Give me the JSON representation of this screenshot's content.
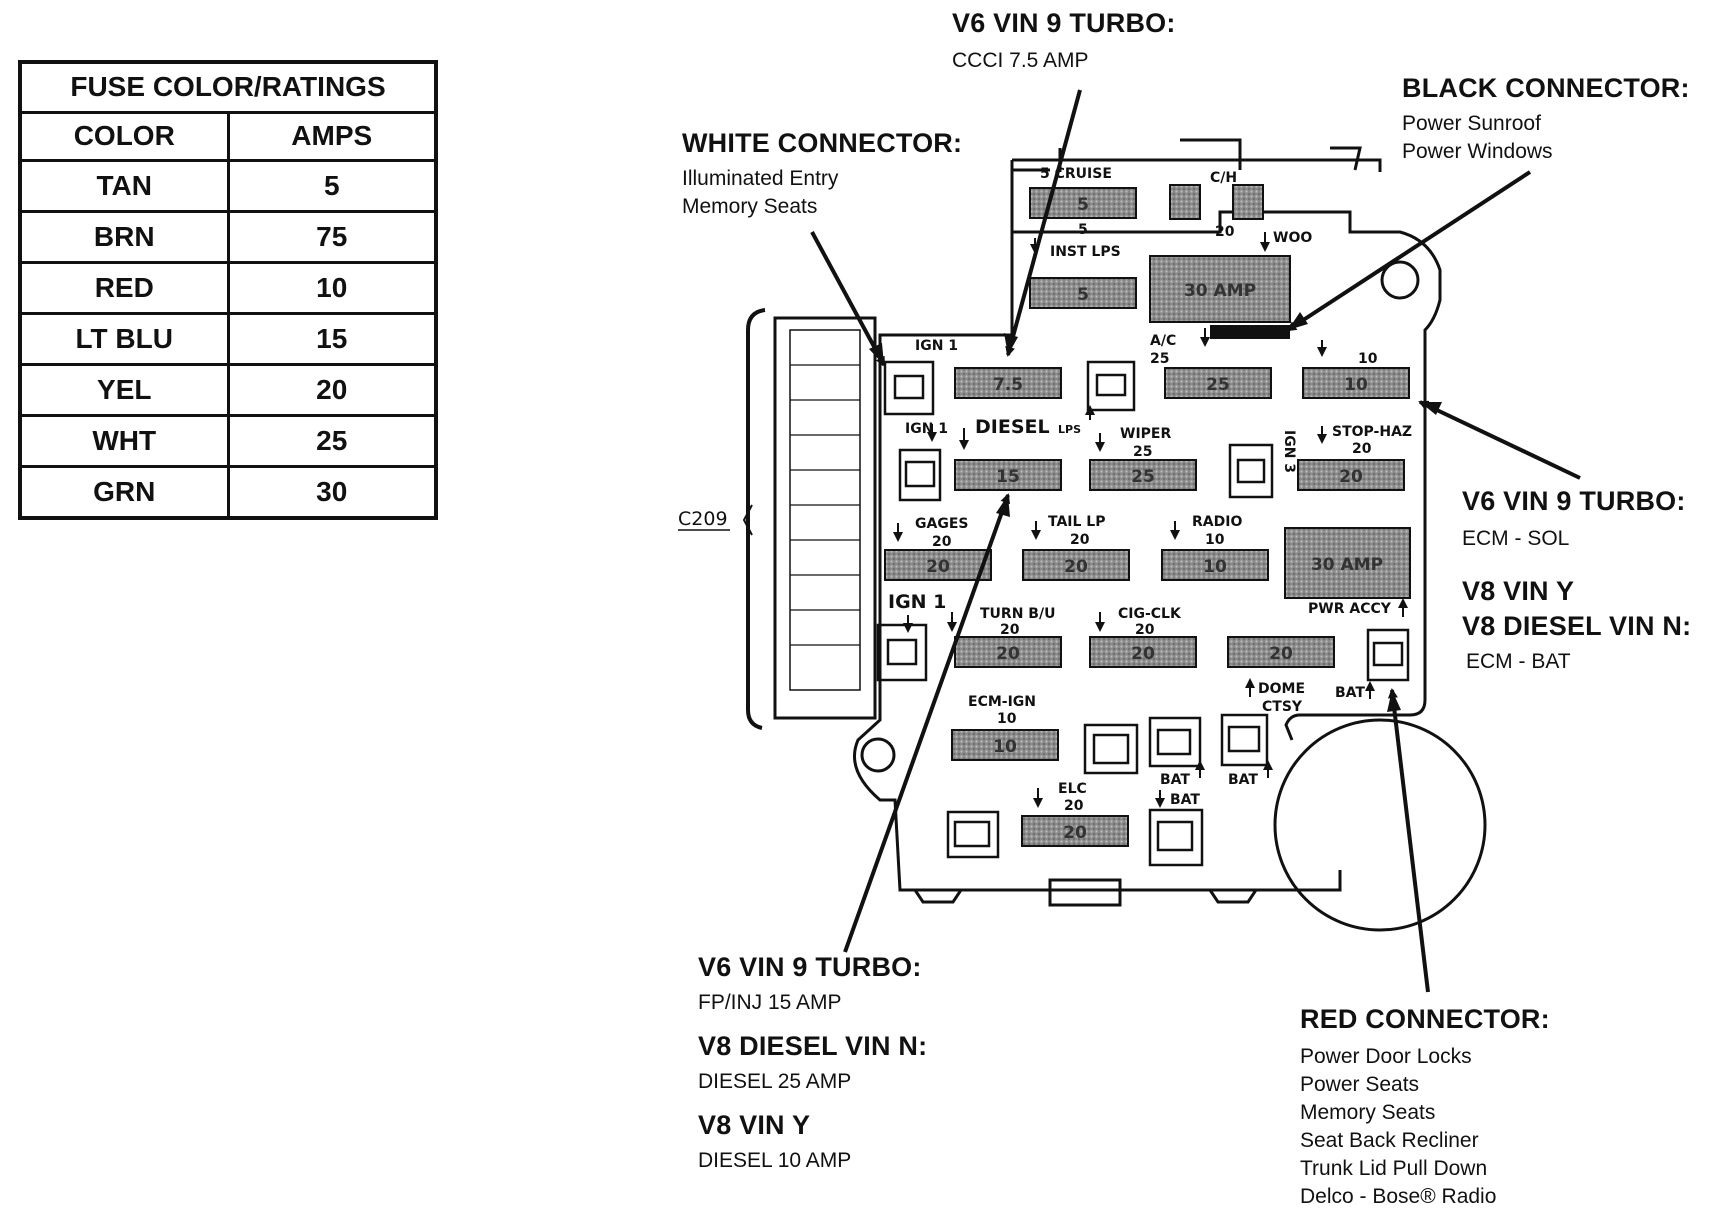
{
  "table": {
    "title": "FUSE COLOR/RATINGS",
    "headers": [
      "COLOR",
      "AMPS"
    ],
    "rows": [
      {
        "color": "TAN",
        "amps": "5"
      },
      {
        "color": "BRN",
        "amps": "75"
      },
      {
        "color": "RED",
        "amps": "10"
      },
      {
        "color": "LT BLU",
        "amps": "15"
      },
      {
        "color": "YEL",
        "amps": "20"
      },
      {
        "color": "WHT",
        "amps": "25"
      },
      {
        "color": "GRN",
        "amps": "30"
      }
    ]
  },
  "callouts": {
    "top": {
      "title": "V6 VIN 9 TURBO:",
      "lines": [
        "CCCI 7.5 AMP"
      ]
    },
    "black": {
      "title": "BLACK CONNECTOR:",
      "lines": [
        "Power Sunroof",
        "Power Windows"
      ]
    },
    "white": {
      "title": "WHITE CONNECTOR:",
      "lines": [
        "Illuminated Entry",
        "Memory Seats"
      ]
    },
    "right1": {
      "title": "V6 VIN 9 TURBO:",
      "lines": [
        "ECM - SOL"
      ]
    },
    "right2": {
      "title1": "V8 VIN Y",
      "title2": "V8 DIESEL VIN N:",
      "lines": [
        "ECM - BAT"
      ]
    },
    "bottom": {
      "blocks": [
        {
          "title": "V6 VIN 9 TURBO:",
          "line": "FP/INJ 15 AMP"
        },
        {
          "title": "V8 DIESEL VIN N:",
          "line": "DIESEL 25 AMP"
        },
        {
          "title": "V8 VIN Y",
          "line": "DIESEL 10 AMP"
        }
      ]
    },
    "red": {
      "title": "RED CONNECTOR:",
      "lines": [
        "Power Door Locks",
        "Power Seats",
        "Memory Seats",
        "Seat Back Recliner",
        "Trunk Lid Pull Down",
        "Delco - Bose® Radio"
      ]
    }
  },
  "diagram": {
    "c209": "C209",
    "labels": {
      "cruise": "5 CRUISE",
      "ch": "C/H",
      "ch_val": "20",
      "woo": "WOO",
      "inst_val": "5",
      "inst": "INST LPS",
      "ign1_a": "IGN 1",
      "ac": "A/C",
      "ac_val": "25",
      "ten": "10",
      "ign1_b": "IGN 1",
      "diesel": "DIESEL",
      "lps": "LPS",
      "wiper": "WIPER",
      "wiper_val": "25",
      "ign3": "IGN 3",
      "stophaz": "STOP-HAZ",
      "stophaz_val": "20",
      "gages": "GAGES",
      "gages_val": "20",
      "taillp": "TAIL LP",
      "taillp_val": "20",
      "radio": "RADIO",
      "radio_val": "10",
      "ign1_c": "IGN 1",
      "turn": "TURN B/U",
      "turn_val": "20",
      "cigclk": "CIG-CLK",
      "cigclk_val": "20",
      "pwraccy": "PWR ACCY",
      "dome": "DOME",
      "ctsy": "CTSY",
      "bat1": "BAT",
      "ecmign": "ECM-IGN",
      "ecmign_val": "10",
      "bat2": "BAT",
      "bat3": "BAT",
      "bat4": "BAT",
      "elc": "ELC",
      "elc_val": "20"
    },
    "fuses": {
      "cruise": "5",
      "inst": "5",
      "big1": "30 AMP",
      "ccci": "7.5",
      "ac": "25",
      "ten": "10",
      "diesel": "15",
      "wiper": "25",
      "stophaz": "20",
      "gages": "20",
      "taillp": "20",
      "radio": "10",
      "big2": "30 AMP",
      "turn": "20",
      "cigclk": "20",
      "dome": "20",
      "ecmign": "10",
      "elc": "20"
    }
  }
}
